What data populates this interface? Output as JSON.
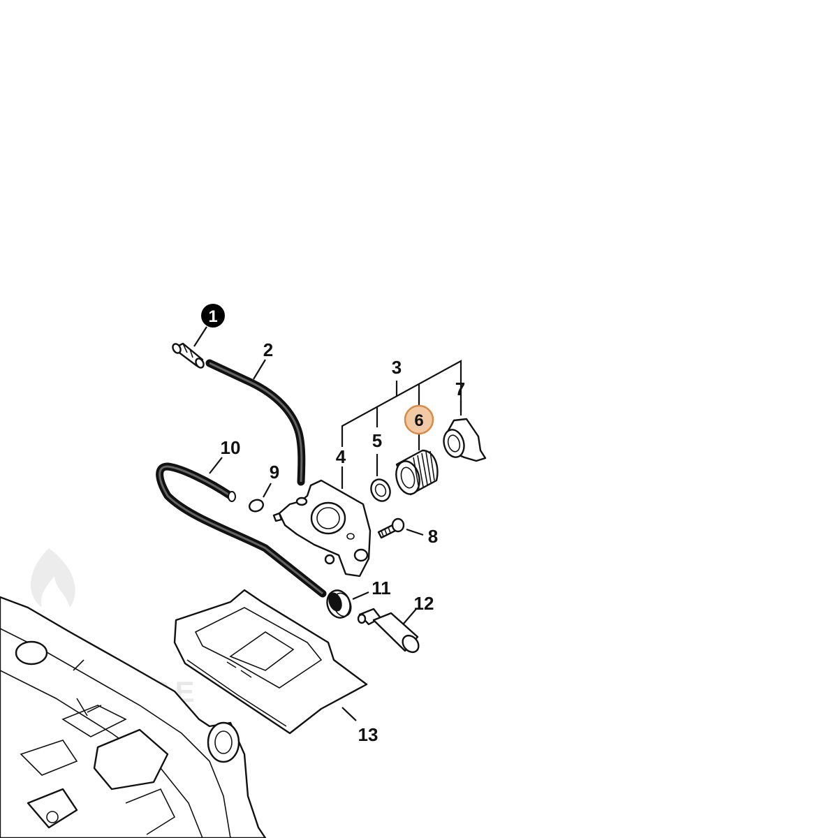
{
  "diagram": {
    "highlight_color": "#f1c9a5",
    "highlight_stroke": "#d98a45",
    "badge_color": "#000000",
    "badge_part": {
      "number": "1"
    },
    "highlighted_part": {
      "number": "6"
    },
    "labels": {
      "p2": "2",
      "p3": "3",
      "p4": "4",
      "p5": "5",
      "p7": "7",
      "p8": "8",
      "p9": "9",
      "p10": "10",
      "p11": "11",
      "p12": "12",
      "p13": "13"
    },
    "watermark": {
      "text": "VENTURE"
    }
  }
}
